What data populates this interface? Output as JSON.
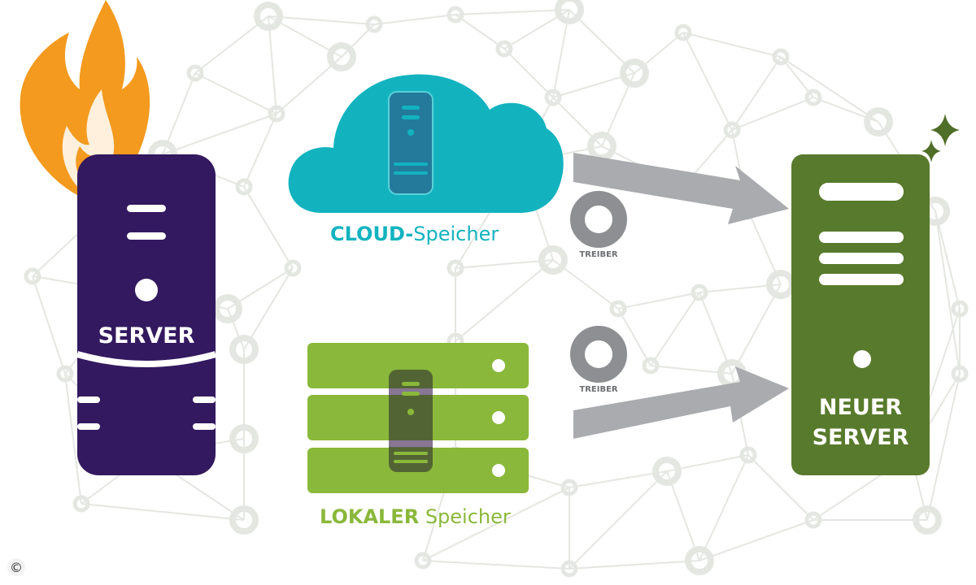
{
  "colors": {
    "old_server": "#33195f",
    "flame": "#f39a1f",
    "cloud": "#12b3bf",
    "cloud_server": "#237a9a",
    "local_storage": "#8ab83a",
    "local_server": "#4e5c34",
    "new_server": "#587a2c",
    "arrow": "#a9abae",
    "driver_disc": "#8d8f92",
    "sparkle": "#4f6e27",
    "network": "#e4e7e1"
  },
  "icons": {
    "flame": "flame-icon",
    "sparkle": "sparkle-icon",
    "driver": "driver-disc-icon",
    "copyright": "copyright-icon"
  },
  "old_server": {
    "label": "SERVER"
  },
  "cloud_storage": {
    "label_strong": "CLOUD-",
    "label_rest": "Speicher"
  },
  "local_storage": {
    "label_strong": "LOKALER",
    "label_rest": " Speicher"
  },
  "drivers": [
    {
      "label": "TREIBER"
    },
    {
      "label": "TREIBER"
    }
  ],
  "new_server": {
    "label_line1": "NEUER",
    "label_line2": "SERVER"
  },
  "copyright": {
    "symbol": "©"
  }
}
